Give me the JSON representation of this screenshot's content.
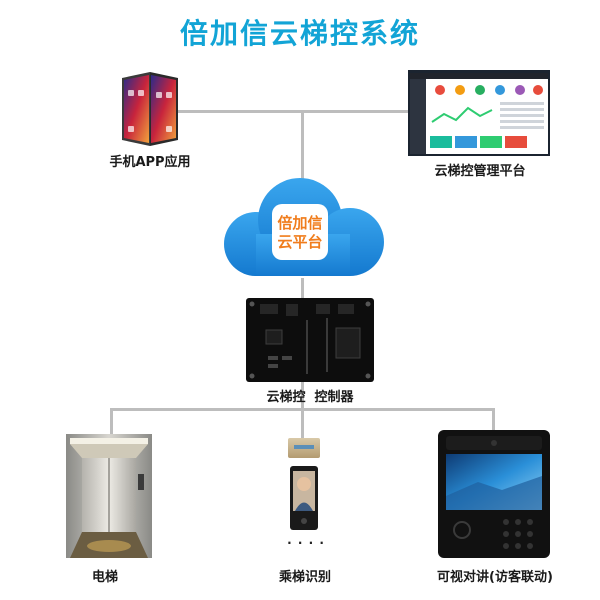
{
  "title": "倍加信云梯控系统",
  "nodes": {
    "mobile_app": {
      "label": "手机APP应用"
    },
    "management_platform": {
      "label": "云梯控管理平台"
    },
    "cloud": {
      "line1": "倍加信",
      "line2": "云平台"
    },
    "controller": {
      "label": "云梯控  控制器"
    },
    "elevator": {
      "label": "电梯"
    },
    "ride_recognition": {
      "label": "乘梯识别",
      "ellipsis": "· · · ·"
    },
    "intercom": {
      "label": "可视对讲(访客联动)"
    }
  },
  "colors": {
    "title": "#12a4d6",
    "cloud": "#1f8fdc",
    "cloud_text": "#f07d1d",
    "connector": "#bdbdbd",
    "board": "#0d0d0d"
  },
  "icons": {
    "phone": "foldable-phone-icon",
    "monitor": "dashboard-monitor-icon",
    "cloud": "cloud-icon",
    "board": "circuit-board-icon",
    "elevator": "elevator-icon",
    "reader": "face-reader-icon",
    "intercom": "video-intercom-icon"
  }
}
